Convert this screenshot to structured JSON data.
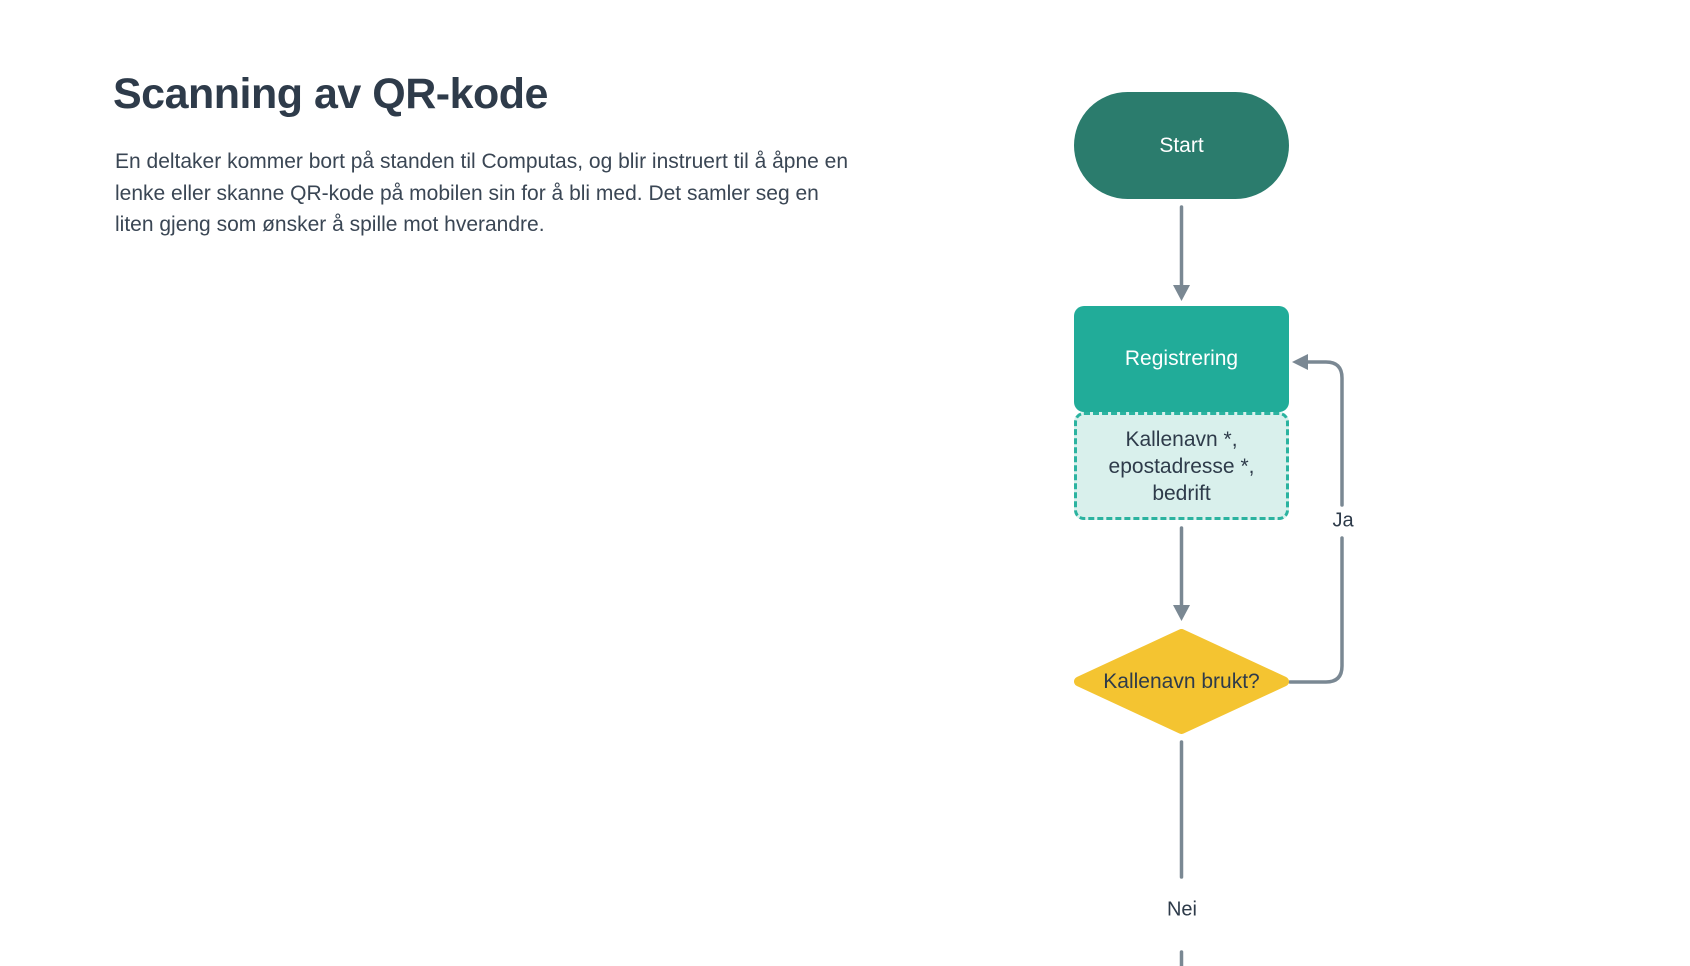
{
  "article": {
    "title": "Scanning av QR-kode",
    "body": "En deltaker kommer bort på standen til Computas, og blir instruert til å åpne en\nlenke eller skanne QR-kode på mobilen sin for å bli med. Det samler seg en\nliten gjeng som ønsker å spille mot hverandre."
  },
  "flowchart": {
    "nodes": {
      "start": {
        "type": "terminator",
        "label": "Start"
      },
      "registrering": {
        "type": "process",
        "label": "Registrering"
      },
      "fields": {
        "type": "data",
        "label": "Kallenavn *,\nepostadresse *,\nbedrift"
      },
      "decision": {
        "type": "decision",
        "label": "Kallenavn brukt?"
      }
    },
    "edges": {
      "ja_label": "Ja",
      "nei_label": "Nei"
    },
    "colors": {
      "start_fill": "#2B7C6D",
      "process_fill": "#21AC99",
      "data_fill": "#D9F0EC",
      "data_border": "#2BB3A0",
      "decision_fill": "#F4C431",
      "connector": "#7A8893",
      "node_text_light": "#FFFFFF",
      "node_text_dark": "#2E3B4A",
      "heading_text": "#2E3B4A",
      "body_text": "#3A4654"
    }
  }
}
